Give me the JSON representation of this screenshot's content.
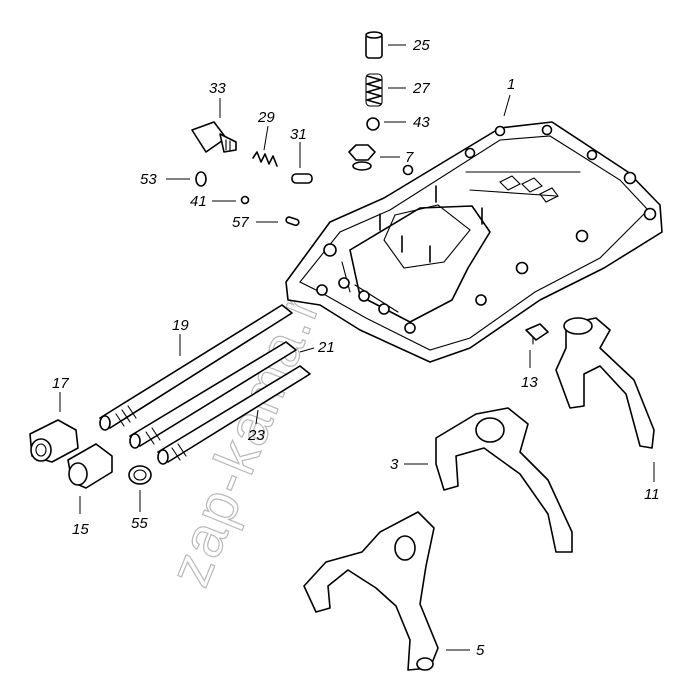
{
  "watermark": "zap-kama.ru",
  "callouts": {
    "c1": "1",
    "c3": "3",
    "c5": "5",
    "c7": "7",
    "c11": "11",
    "c13": "13",
    "c15": "15",
    "c17": "17",
    "c19": "19",
    "c21": "21",
    "c23": "23",
    "c25": "25",
    "c27": "27",
    "c29": "29",
    "c31": "31",
    "c33": "33",
    "c41": "41",
    "c43": "43",
    "c53": "53",
    "c55": "55",
    "c57": "57"
  },
  "colors": {
    "line": "#000000",
    "watermark": "#b8b8b8",
    "background": "#ffffff"
  }
}
